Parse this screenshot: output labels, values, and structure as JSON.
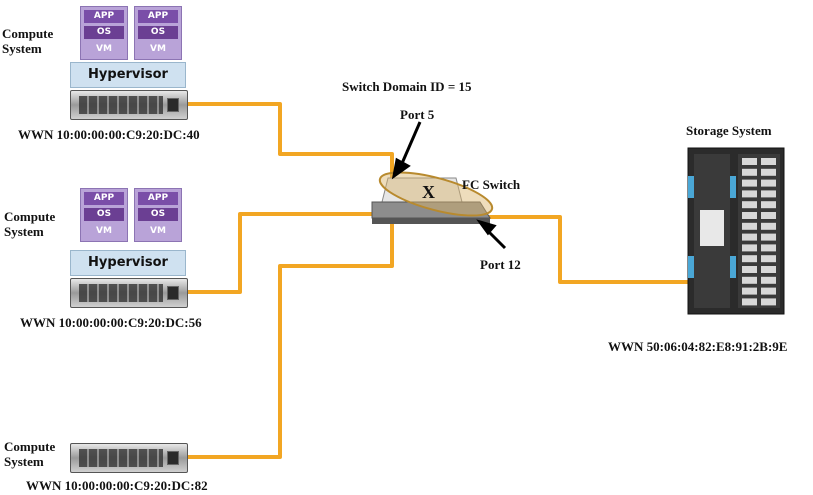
{
  "colors": {
    "cable": "#f2a623",
    "vm_box": "#b9a3d8",
    "hypervisor": "#cfe1f0"
  },
  "labels": {
    "compute_system_line1": "Compute",
    "compute_system_line2": "System",
    "hypervisor": "Hypervisor",
    "app": "APP",
    "os": "OS",
    "vm": "VM",
    "switch_domain": "Switch Domain ID = 15",
    "port5": "Port 5",
    "port12": "Port 12",
    "fc_switch": "FC Switch",
    "zone_mark": "X",
    "storage_system": "Storage System"
  },
  "hosts": [
    {
      "wwn": "WWN 10:00:00:00:C9:20:DC:40"
    },
    {
      "wwn": "WWN 10:00:00:00:C9:20:DC:56"
    },
    {
      "wwn": "WWN 10:00:00:00:C9:20:DC:82"
    }
  ],
  "storage": {
    "wwn": "WWN 50:06:04:82:E8:91:2B:9E"
  }
}
